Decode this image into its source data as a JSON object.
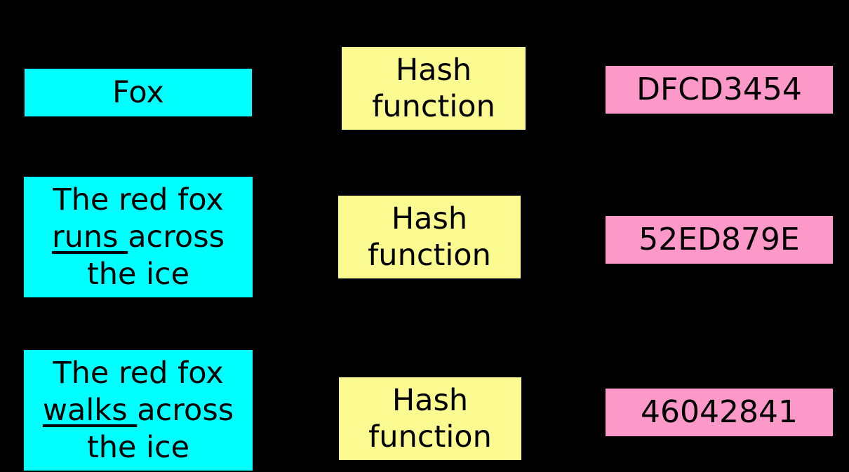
{
  "colors": {
    "background": "#000000",
    "input_fill": "#00FFFF",
    "hash_fill": "#FAFA91",
    "output_fill": "#FC99C9",
    "box_border": "#000000",
    "text": "#000000"
  },
  "diagram": {
    "rows": [
      {
        "input": {
          "lines": [
            [
              {
                "t": "Fox"
              }
            ]
          ]
        },
        "hash_function": {
          "lines": [
            [
              {
                "t": "Hash"
              }
            ],
            [
              {
                "t": "function"
              }
            ]
          ]
        },
        "output": {
          "digest": "DFCD3454"
        }
      },
      {
        "input": {
          "lines": [
            [
              {
                "t": "The red fox"
              }
            ],
            [
              {
                "t": "runs ",
                "u": true
              },
              {
                "t": "across"
              }
            ],
            [
              {
                "t": "the ice"
              }
            ]
          ]
        },
        "hash_function": {
          "lines": [
            [
              {
                "t": "Hash"
              }
            ],
            [
              {
                "t": "function"
              }
            ]
          ]
        },
        "output": {
          "digest": "52ED879E"
        }
      },
      {
        "input": {
          "lines": [
            [
              {
                "t": "The red fox"
              }
            ],
            [
              {
                "t": "walks ",
                "u": true
              },
              {
                "t": "across"
              }
            ],
            [
              {
                "t": "the ice"
              }
            ]
          ]
        },
        "hash_function": {
          "lines": [
            [
              {
                "t": "Hash"
              }
            ],
            [
              {
                "t": "function"
              }
            ]
          ]
        },
        "output": {
          "digest": "46042841"
        }
      }
    ]
  }
}
